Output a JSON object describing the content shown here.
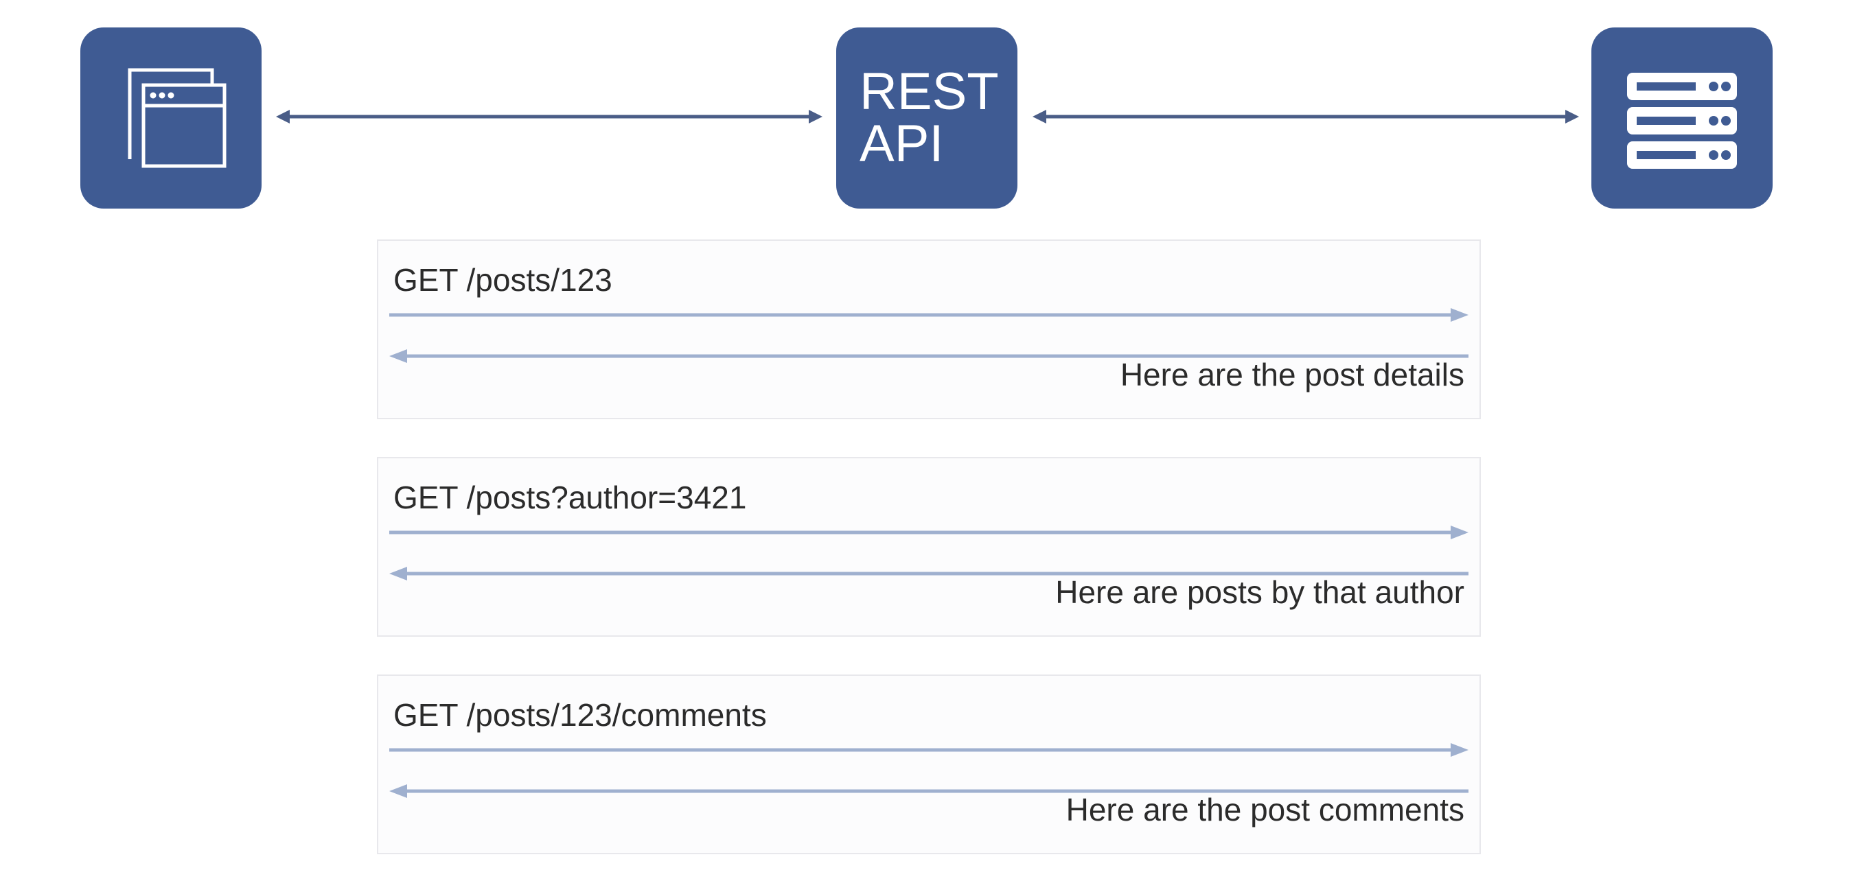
{
  "colors": {
    "node": "#3f5b93",
    "top_arrow": "#4a5d87",
    "flow_arrow": "#9fb0cf",
    "text": "#2b2b2b"
  },
  "nodes": {
    "client": {
      "icon": "browser-windows-icon"
    },
    "api": {
      "line1": "REST",
      "line2": "API"
    },
    "server": {
      "icon": "server-stack-icon"
    }
  },
  "exchanges": [
    {
      "request": "GET /posts/123",
      "response": "Here are the post details"
    },
    {
      "request": "GET /posts?author=3421",
      "response": "Here are posts by that author"
    },
    {
      "request": "GET /posts/123/comments",
      "response": "Here are the post comments"
    }
  ]
}
